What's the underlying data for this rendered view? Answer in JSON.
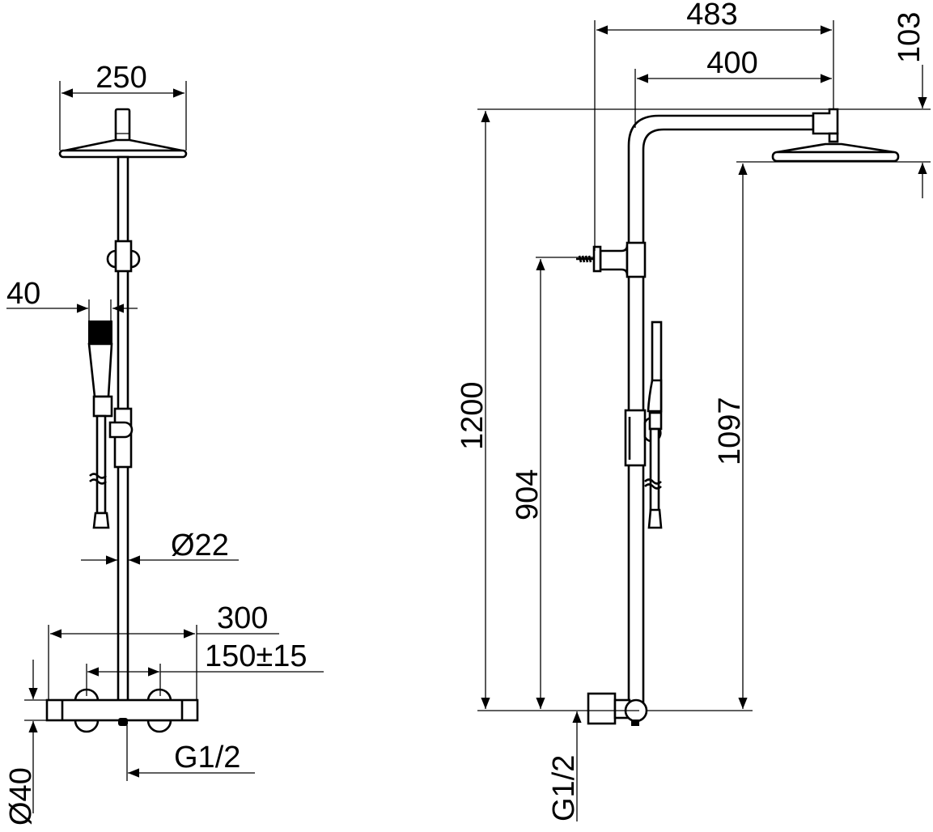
{
  "front_view": {
    "dims": {
      "head_width": "250",
      "hand_shower_width": "40",
      "pipe_diameter": "Ø22",
      "mixer_width": "300",
      "inlet_spacing": "150±15",
      "inlet_thread": "G1/2",
      "mixer_diameter": "Ø40"
    }
  },
  "side_view": {
    "dims": {
      "arm_reach_total": "483",
      "arm_reach": "400",
      "head_height": "103",
      "overall_height": "1200",
      "bracket_height": "904",
      "head_clearance": "1097",
      "inlet_thread": "G1/2"
    }
  }
}
